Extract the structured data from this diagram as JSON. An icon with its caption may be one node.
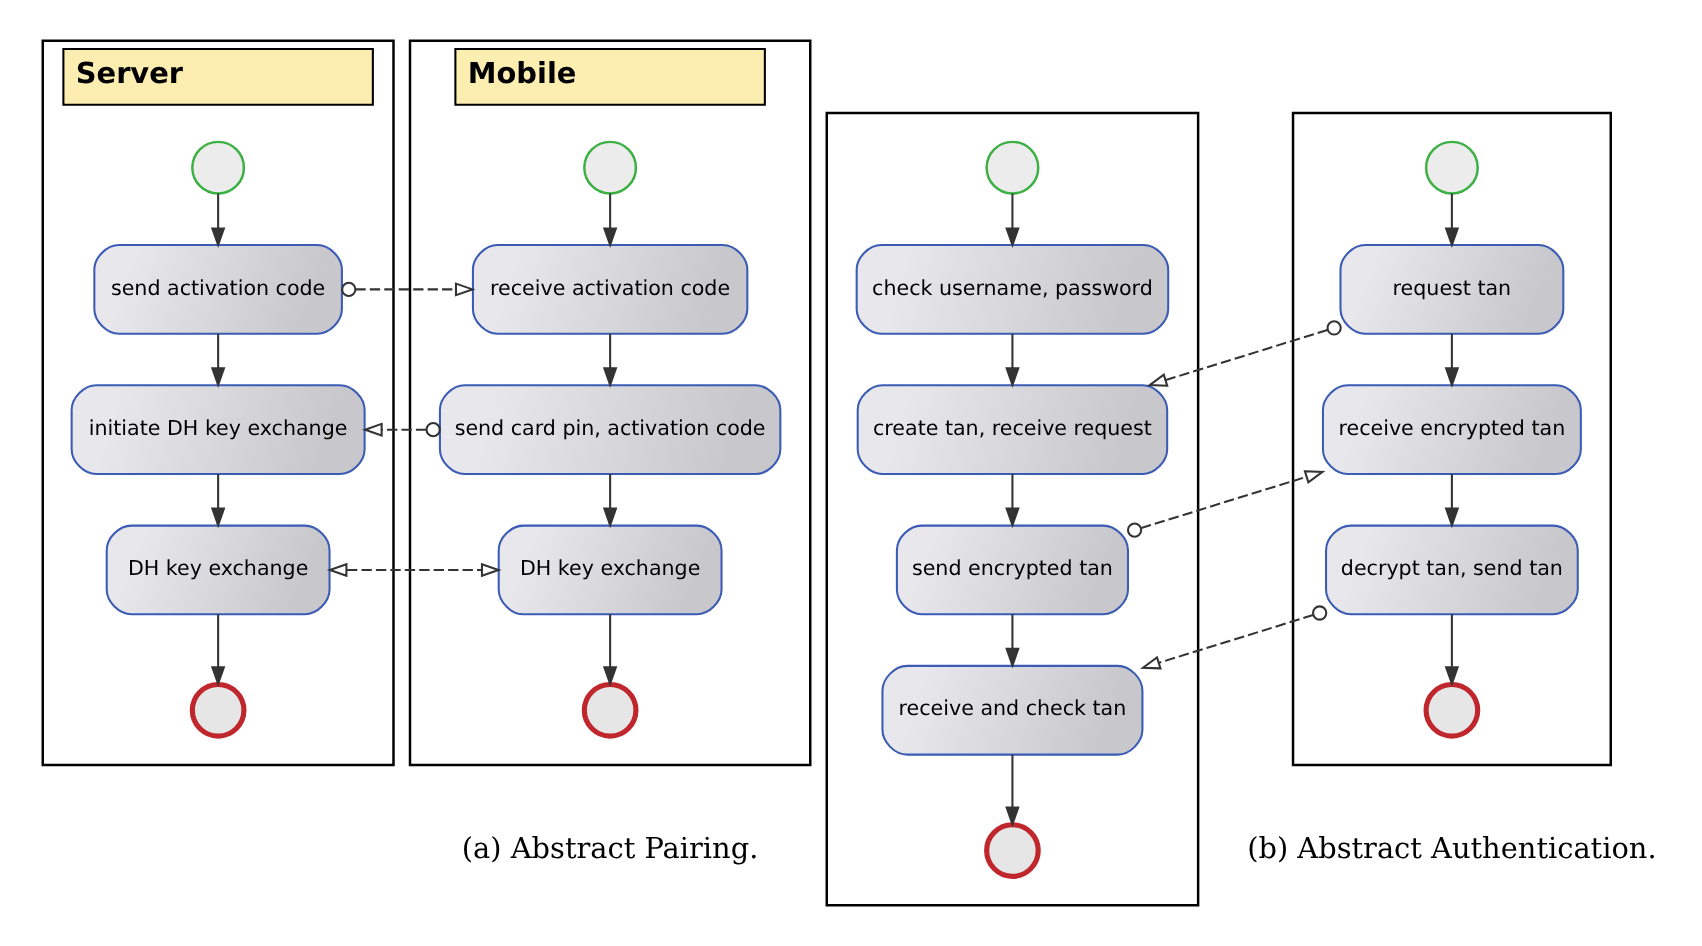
{
  "diagram": {
    "nodes": [
      {
        "text": [
          "Server"
        ]
      },
      {
        "text": [],
        "shape": "circle",
        "in": 0
      },
      {
        "text": [
          "send activation code"
        ],
        "in": 0
      },
      {
        "text": [
          "initiate DH key exchange"
        ],
        "in": 0
      },
      {
        "text": [
          "DH key exchange"
        ],
        "in": 0
      },
      {
        "text": [],
        "shape": "circle",
        "in": 0
      },
      {
        "text": [
          "Mobile"
        ]
      },
      {
        "text": [],
        "shape": "circle",
        "in": 6
      },
      {
        "text": [
          "receive activation code"
        ],
        "in": 6
      },
      {
        "text": [
          "send card pin, activation code"
        ],
        "in": 6
      },
      {
        "text": [
          "DH key exchange"
        ],
        "in": 6
      },
      {
        "text": [],
        "shape": "circle",
        "in": 6
      },
      {
        "text": [],
        "shape": "box"
      },
      {
        "text": [],
        "shape": "circle",
        "in": 12
      },
      {
        "text": [
          "check username, password"
        ],
        "in": 12
      },
      {
        "text": [
          "create tan, receive request"
        ],
        "in": 12
      },
      {
        "text": [
          "send encrypted tan"
        ],
        "in": 12
      },
      {
        "text": [
          "receive and check tan"
        ],
        "in": 12
      },
      {
        "text": [],
        "shape": "circle",
        "in": 12
      },
      {
        "text": [],
        "shape": "box"
      },
      {
        "text": [],
        "shape": "circle",
        "in": 19
      },
      {
        "text": [
          "request tan"
        ],
        "in": 19
      },
      {
        "text": [
          "receive encrypted tan"
        ],
        "in": 19
      },
      {
        "text": [
          "decrypt tan, send tan"
        ],
        "in": 19
      },
      {
        "text": [],
        "shape": "circle",
        "in": 19
      }
    ],
    "edges": [
      {
        "from": 1,
        "to": 2,
        "arrow": "to"
      },
      {
        "from": 2,
        "to": 3,
        "arrow": "to"
      },
      {
        "from": 3,
        "to": 4,
        "arrow": "to"
      },
      {
        "from": 4,
        "to": 5,
        "arrow": "to"
      },
      {
        "from": 7,
        "to": 8,
        "arrow": "to"
      },
      {
        "from": 8,
        "to": 9,
        "arrow": "to"
      },
      {
        "from": 9,
        "to": 10,
        "arrow": "to"
      },
      {
        "from": 10,
        "to": 11,
        "arrow": "to"
      },
      {
        "from": 2,
        "to": 8,
        "arrow": "to",
        "style": "dashed"
      },
      {
        "from": 9,
        "to": 3,
        "arrow": "to",
        "style": "dashed"
      },
      {
        "from": 4,
        "to": 10,
        "arrow": "both",
        "style": "dashed"
      },
      {
        "from": 13,
        "to": 14,
        "arrow": "to"
      },
      {
        "from": 14,
        "to": 15,
        "arrow": "to"
      },
      {
        "from": 15,
        "to": 16,
        "arrow": "to"
      },
      {
        "from": 16,
        "to": 17,
        "arrow": "to"
      },
      {
        "from": 17,
        "to": 18,
        "arrow": "to"
      },
      {
        "from": 20,
        "to": 21,
        "arrow": "to"
      },
      {
        "from": 21,
        "to": 22,
        "arrow": "to"
      },
      {
        "from": 22,
        "to": 23,
        "arrow": "to"
      },
      {
        "from": 23,
        "to": 24,
        "arrow": "to"
      },
      {
        "from": 21,
        "to": 15,
        "arrow": "to",
        "style": "dashed"
      },
      {
        "from": 16,
        "to": 22,
        "arrow": "to",
        "style": "dashed"
      },
      {
        "from": 23,
        "to": 17,
        "arrow": "to",
        "style": "dashed"
      }
    ],
    "labels": [
      "(a) Abstract Pairing.",
      "(b) Abstract Authentication."
    ]
  }
}
